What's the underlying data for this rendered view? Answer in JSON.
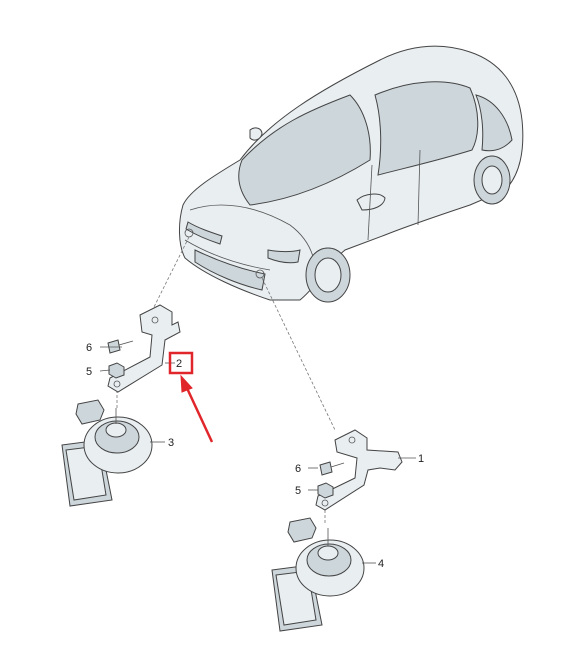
{
  "callouts": {
    "c1": "1",
    "c2": "2",
    "c3": "3",
    "c4": "4",
    "c5_left": "5",
    "c6_left": "6",
    "c5_right": "5",
    "c6_right": "6"
  },
  "colors": {
    "highlight": "#e0262b",
    "arrow": "#e0262b",
    "body_light": "#eef3f6",
    "body_shade": "#cfd9de",
    "outline": "#444444"
  },
  "icons": {
    "car": "hatchback-car-illustration",
    "horn": "horn-illustration",
    "bracket": "mounting-bracket-illustration"
  }
}
